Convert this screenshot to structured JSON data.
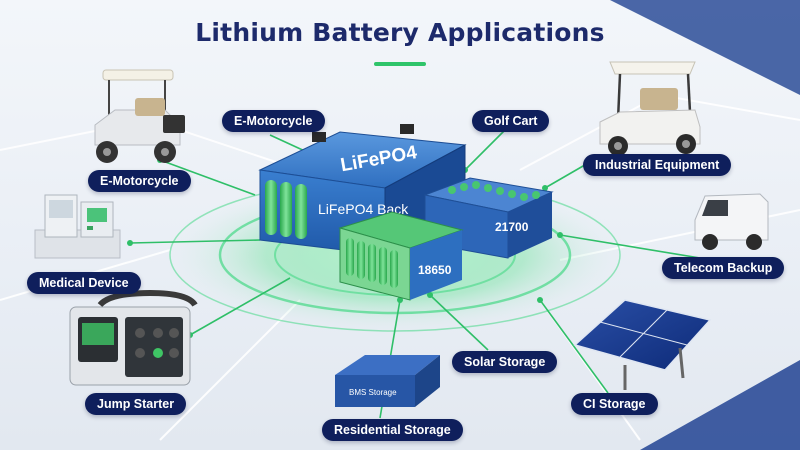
{
  "title": "Lithium Battery Applications",
  "labels": {
    "e_motorcycle_top": "E-Motorcycle",
    "golf_cart": "Golf Cart",
    "industrial": "Industrial Equipment",
    "e_motorcycle_left": "E-Motorcycle",
    "medical": "Medical Device",
    "telecom": "Telecom Backup",
    "jump_starter": "Jump Starter",
    "solar_storage": "Solar Storage",
    "ci_storage": "CI Storage",
    "residential": "Residential Storage"
  },
  "batteries": {
    "main_top": "LiFePO4",
    "main_front": "LiFePO4 Back",
    "cell_18650": "18650",
    "cell_21700": "21700",
    "small_box": "BMS Storage"
  },
  "colors": {
    "title": "#1d2a6b",
    "label_bg": "#0f1f5c",
    "glow": "#35d47a",
    "battery_blue": "#2f6fc0",
    "cell_green": "#3fc565"
  }
}
